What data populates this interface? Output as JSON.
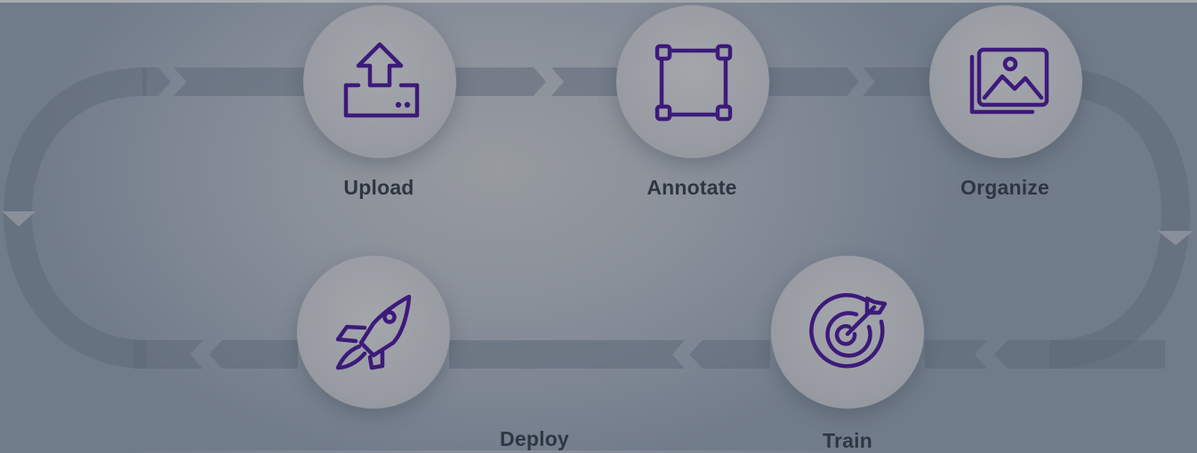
{
  "steps": {
    "upload": {
      "label": "Upload",
      "icon": "upload-icon"
    },
    "annotate": {
      "label": "Annotate",
      "icon": "bounding-box-icon"
    },
    "organize": {
      "label": "Organize",
      "icon": "image-stack-icon"
    },
    "train": {
      "label": "Train",
      "icon": "target-icon"
    },
    "deploy": {
      "label": "Deploy",
      "icon": "rocket-icon"
    }
  },
  "colors": {
    "icon_stroke": "#3d1a7a",
    "loop_band": "#5f6a79",
    "text": "#2f3642"
  }
}
